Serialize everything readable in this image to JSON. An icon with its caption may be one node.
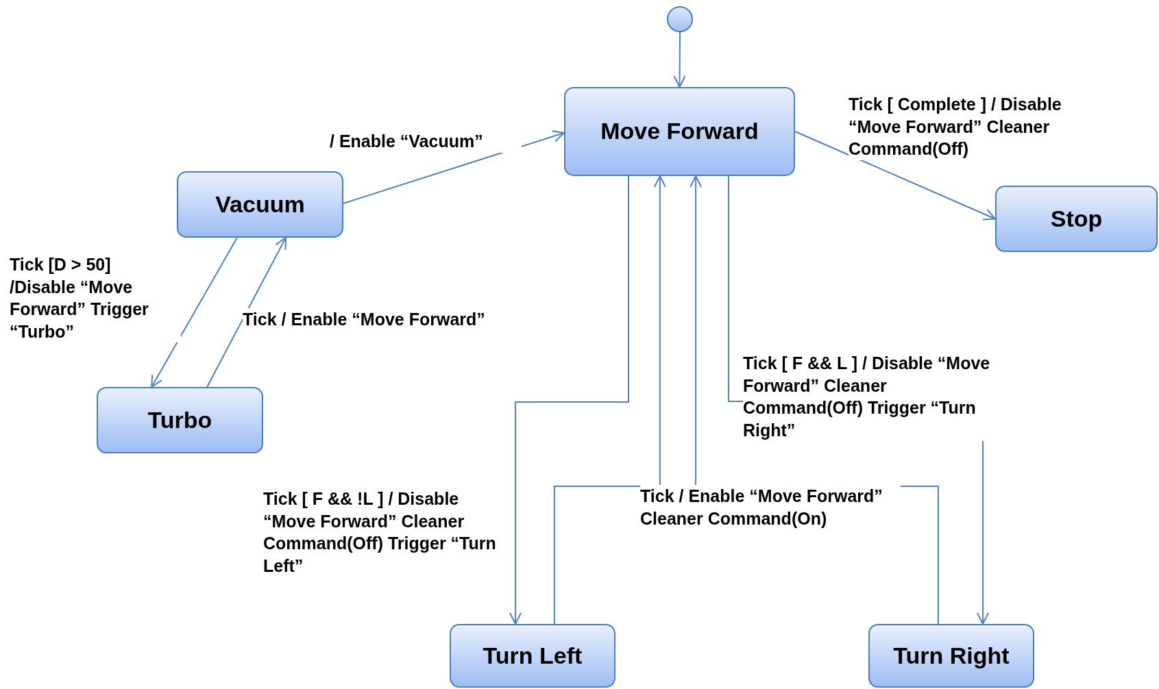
{
  "diagram": {
    "nodes": [
      {
        "text": [],
        "shape": "circle"
      },
      {
        "text": [
          "Move Forward"
        ]
      },
      {
        "text": [
          "Vacuum"
        ]
      },
      {
        "text": [
          "Turbo"
        ]
      },
      {
        "text": [
          "Stop"
        ]
      },
      {
        "text": [
          "Turn Left"
        ]
      },
      {
        "text": [
          "Turn Right"
        ]
      }
    ],
    "edges": [
      {
        "from": 0,
        "to": 1,
        "arrow": "to"
      },
      {
        "from": 2,
        "to": 1,
        "arrow": "to",
        "label": "/ Enable “Vacuum”"
      },
      {
        "from": 1,
        "to": 4,
        "arrow": "to",
        "label": "Tick [ Complete ] / Disable “Move Forward” Cleaner Command(Off)"
      },
      {
        "from": 2,
        "to": 3,
        "arrow": "to",
        "label": "Tick [D > 50] /Disable “Move Forward” Trigger “Turbo”"
      },
      {
        "from": 3,
        "to": 2,
        "arrow": "to",
        "label": "Tick / Enable “Move Forward”"
      },
      {
        "from": 1,
        "to": 5,
        "arrow": "to",
        "label": "Tick [ F && !L ] / Disable “Move Forward” Cleaner Command(Off) Trigger “Turn Left”"
      },
      {
        "from": 5,
        "to": 1,
        "arrow": "to",
        "label": "Tick / Enable “Move Forward” Cleaner Command(On)"
      },
      {
        "from": 1,
        "to": 6,
        "arrow": "to",
        "label": "Tick [ F && L ] / Disable “Move Forward” Cleaner Command(Off) Trigger “Turn Right”"
      },
      {
        "from": 6,
        "to": 1,
        "arrow": "to"
      }
    ]
  }
}
